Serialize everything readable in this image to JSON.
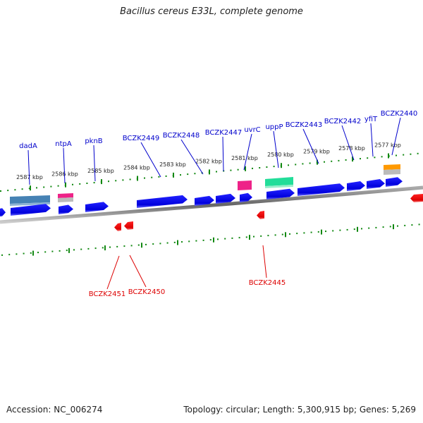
{
  "title": "Bacillus cereus E33L, complete genome",
  "footer": {
    "accession": "Accession: NC_006274",
    "info": "Topology: circular; Length: 5,300,915 bp; Genes: 5,269"
  },
  "colors": {
    "forward_gene": "#0000ee",
    "reverse_gene": "#ee0000",
    "forward_label": "#0000cc",
    "reverse_label": "#dd0000",
    "ruler": "#118811",
    "backbone": "#888888",
    "dadA_feature": "#4682b4",
    "ntpA_feature": "#ee2288",
    "uvrC_feature": "#ee2288",
    "uppP_feature": "#22dd99",
    "BCZK2440_feature": "#ff9900"
  },
  "ruler_ticks": [
    {
      "label": "2587 kbp",
      "pos": 2587
    },
    {
      "label": "2586 kbp",
      "pos": 2586
    },
    {
      "label": "2585 kbp",
      "pos": 2585
    },
    {
      "label": "2584 kbp",
      "pos": 2584
    },
    {
      "label": "2583 kbp",
      "pos": 2583
    },
    {
      "label": "2582 kbp",
      "pos": 2582
    },
    {
      "label": "2581 kbp",
      "pos": 2581
    },
    {
      "label": "2580 kbp",
      "pos": 2580
    },
    {
      "label": "2579 kbp",
      "pos": 2579
    },
    {
      "label": "2578 kbp",
      "pos": 2578
    },
    {
      "label": "2577 kbp",
      "pos": 2577
    }
  ],
  "forward_labels": [
    {
      "name": "dadA"
    },
    {
      "name": "ntpA"
    },
    {
      "name": "pknB"
    },
    {
      "name": "BCZK2449"
    },
    {
      "name": "BCZK2448"
    },
    {
      "name": "BCZK2447"
    },
    {
      "name": "uvrC"
    },
    {
      "name": "uppP"
    },
    {
      "name": "BCZK2443"
    },
    {
      "name": "BCZK2442"
    },
    {
      "name": "yfiT"
    },
    {
      "name": "BCZK2440"
    }
  ],
  "reverse_labels": [
    {
      "name": "BCZK2451"
    },
    {
      "name": "BCZK2450"
    },
    {
      "name": "BCZK2445"
    }
  ]
}
